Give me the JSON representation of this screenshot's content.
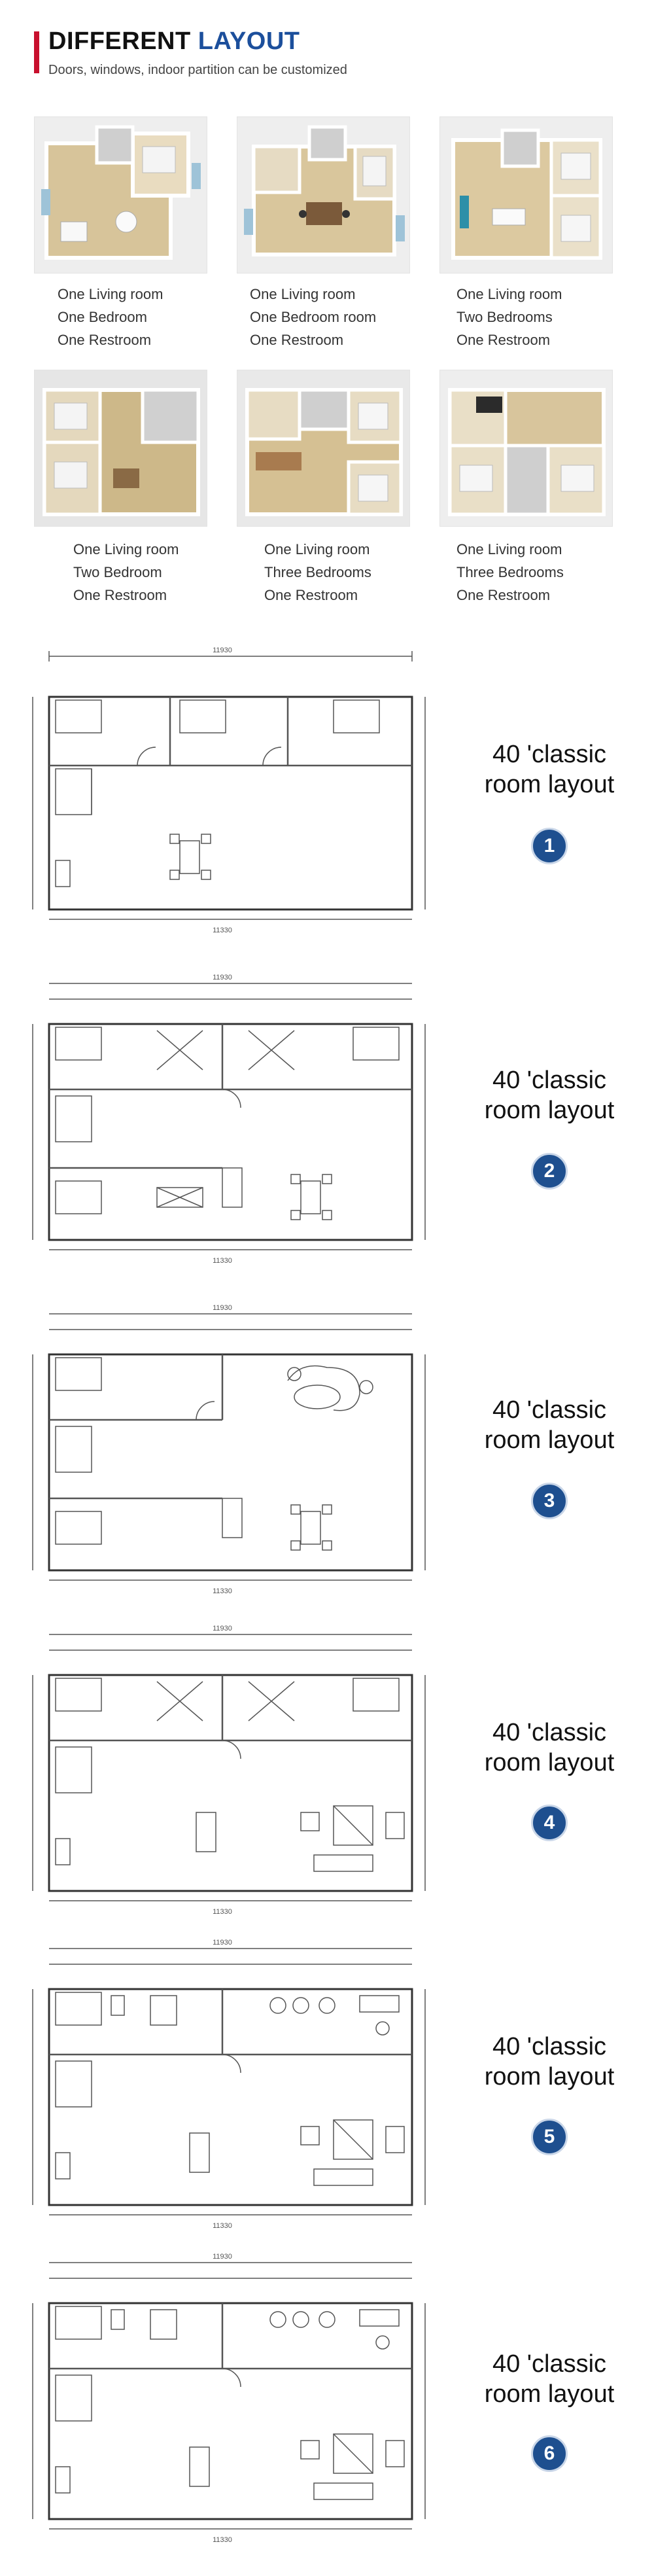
{
  "header": {
    "title_main": "DIFFERENT",
    "title_accent": "LAYOUT",
    "subtitle": "Doors, windows, indoor partition can be customized",
    "accent_color": "#1c4f9c",
    "bar_color": "#c8102e"
  },
  "thumbs": [
    {
      "lines": [
        "One Living room",
        "One Bedroom",
        "One Restroom"
      ]
    },
    {
      "lines": [
        "One Living room",
        "One Bedroom room",
        "One Restroom"
      ]
    },
    {
      "lines": [
        "One Living room",
        "Two Bedrooms",
        "One Restroom"
      ]
    },
    {
      "lines": [
        "One Living room",
        "Two Bedroom",
        "One Restroom"
      ]
    },
    {
      "lines": [
        "One Living room",
        "Three Bedrooms",
        "One Restroom"
      ]
    },
    {
      "lines": [
        "One Living room",
        "Three Bedrooms",
        "One Restroom"
      ]
    }
  ],
  "plans": [
    {
      "label1": "40 'classic",
      "label2": "room layout",
      "number": "1",
      "total_width": "11930",
      "total_bottom": "11330"
    },
    {
      "label1": "40 'classic",
      "label2": "room layout",
      "number": "2",
      "total_width": "11930",
      "total_bottom": "11330"
    },
    {
      "label1": "40 'classic",
      "label2": "room layout",
      "number": "3",
      "total_width": "11930",
      "total_bottom": "11330"
    },
    {
      "label1": "40 'classic",
      "label2": "room layout",
      "number": "4",
      "total_width": "11930",
      "total_bottom": "11330"
    },
    {
      "label1": "40 'classic",
      "label2": "room layout",
      "number": "5",
      "total_width": "11930",
      "total_bottom": "11330"
    },
    {
      "label1": "40 'classic",
      "label2": "room layout",
      "number": "6",
      "total_width": "11930",
      "total_bottom": "11330"
    }
  ]
}
